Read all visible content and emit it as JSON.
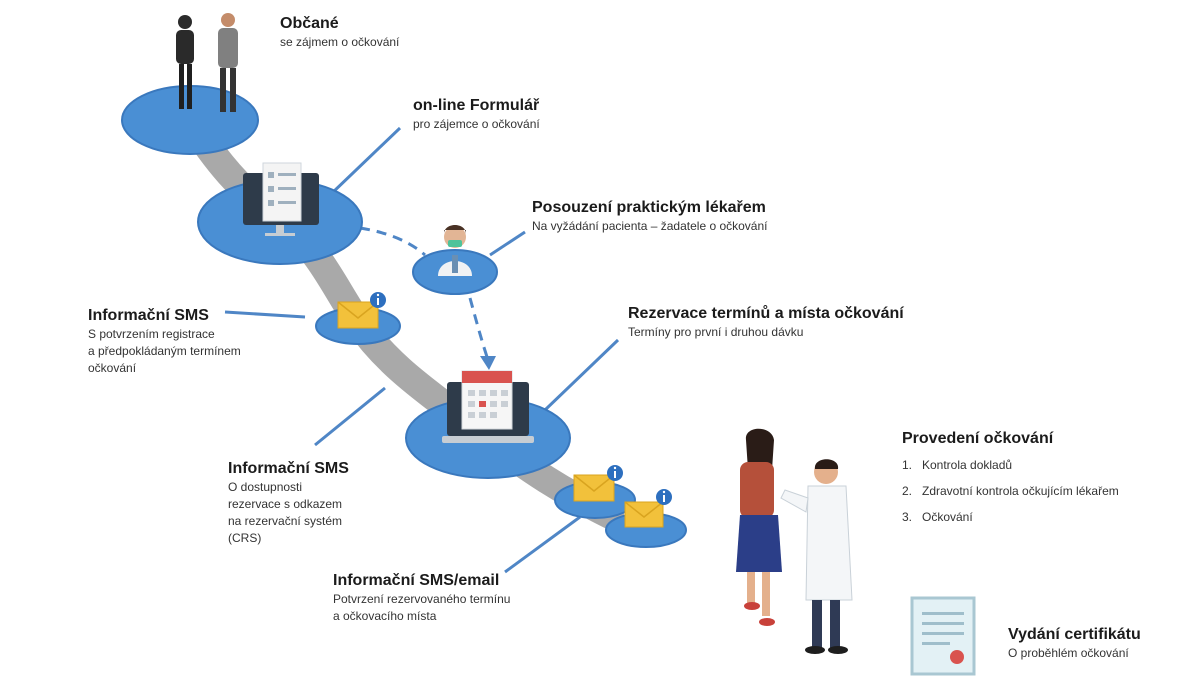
{
  "colors": {
    "platform": "#4a8fd4",
    "platform_edge": "#3a78bd",
    "path": "#a9a9a9",
    "connector": "#4f86c6",
    "envelope": "#f2c13b",
    "info_badge": "#2d6fbf"
  },
  "icons": [
    "citizens-icon",
    "form-monitor-icon",
    "doctor-icon",
    "envelope-info-icon",
    "calendar-laptop-icon",
    "vaccination-scene-icon",
    "certificate-icon"
  ],
  "steps": {
    "citizens": {
      "title": "Občané",
      "subtitle": "se zájmem o očkování"
    },
    "form": {
      "title": "on-line Formulář",
      "subtitle": "pro zájemce o očkování"
    },
    "doctor": {
      "title": "Posouzení praktickým lékařem",
      "subtitle": "Na vyžádání pacienta – žadatele o očkování"
    },
    "sms_registration": {
      "title": "Informační SMS",
      "subtitle": "S potvrzením registrace\na předpokládaným termínem\nočkování"
    },
    "reservation": {
      "title": "Rezervace termínů a místa očkování",
      "subtitle": "Termíny pro první i druhou dávku"
    },
    "sms_availability": {
      "title": "Informační SMS",
      "subtitle": "O dostupnosti\nrezervace s odkazem\nna rezervační systém\n(CRS)"
    },
    "sms_email": {
      "title": "Informační SMS/email",
      "subtitle": "Potvrzení rezervovaného termínu\na očkovacího místa"
    },
    "vaccination": {
      "title": "Provedení očkování",
      "items": [
        {
          "num": "1.",
          "text": "Kontrola dokladů"
        },
        {
          "num": "2.",
          "text": "Zdravotní kontrola očkujícím lékařem"
        },
        {
          "num": "3.",
          "text": "Očkování"
        }
      ]
    },
    "certificate": {
      "title": "Vydání certifikátu",
      "subtitle": "O proběhlém očkování"
    }
  }
}
